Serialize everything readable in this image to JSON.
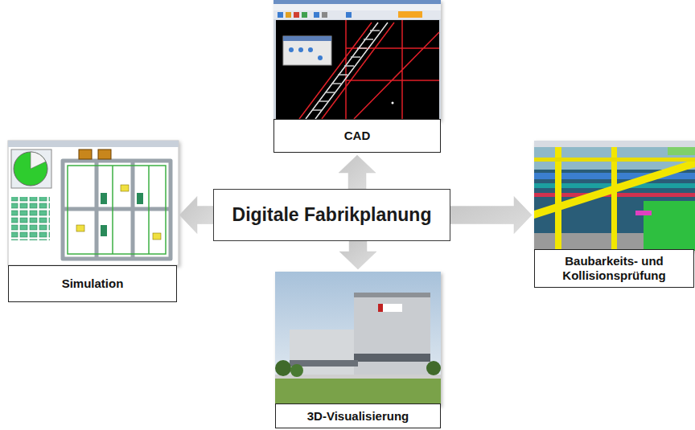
{
  "diagram": {
    "nodes": [
      {
        "text": [
          "CAD"
        ]
      },
      {
        "text": [
          "Simulation"
        ]
      },
      {
        "text": [
          "Digitale Fabrikplanung"
        ]
      },
      {
        "text": [
          "Baubarkeits- und Kollisionsprüfung"
        ]
      },
      {
        "text": [
          "3D-Visualisierung"
        ]
      }
    ],
    "edges": [
      {
        "from": 2,
        "to": 0,
        "arrow": "to"
      },
      {
        "from": 2,
        "to": 3,
        "arrow": "to"
      },
      {
        "from": 2,
        "to": 4,
        "arrow": "to"
      },
      {
        "from": 2,
        "to": 1,
        "arrow": "to"
      }
    ]
  }
}
